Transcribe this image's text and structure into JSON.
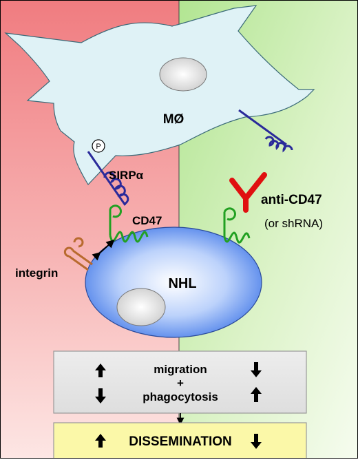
{
  "macrophage": {
    "label": "MØ",
    "phospho_marker": "P"
  },
  "receptors": {
    "sirpa": "SIRPα",
    "cd47": "CD47",
    "integrin": "integrin"
  },
  "antibody": {
    "label": "anti-CD47",
    "note": "(or shRNA)"
  },
  "tumor_cell": {
    "label": "NHL"
  },
  "outcomes": {
    "line1": "migration",
    "plus": "+",
    "line2": "phagocytosis"
  },
  "result": {
    "label": "DISSEMINATION"
  },
  "colors": {
    "left_panel": "#f0868a",
    "right_panel": "#bde89a",
    "macrophage_fill": "#dff2f6",
    "nhl_fill": "#6e9cf0",
    "sirpa": "#2a2a9a",
    "cd47": "#22a022",
    "antibody": "#e01010",
    "integrin": "#b86a2e",
    "outcome_box": "#e4e4e4",
    "result_box": "#fbf8a8"
  }
}
